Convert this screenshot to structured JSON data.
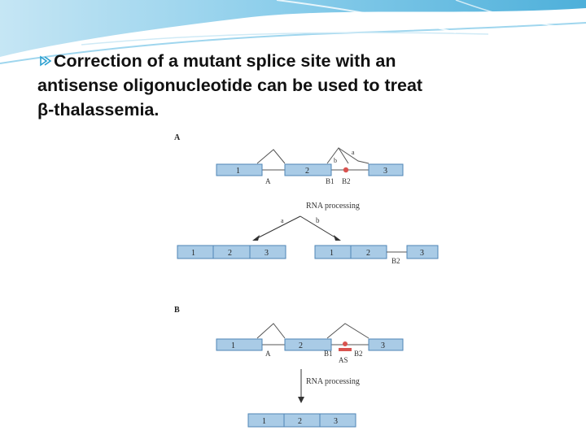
{
  "slide": {
    "bullet_line1": "Correction of a mutant splice site with an",
    "bullet_line2": "antisense oligonucleotide can be used to treat",
    "bullet_line3": "β-thalassemia.",
    "accent_color": "#2a9fd0",
    "bullet_icon": "arrow-bullet-icon"
  },
  "figure": {
    "panel_a": {
      "label": "A",
      "exons": [
        "1",
        "2",
        "3"
      ],
      "site_labels": {
        "a": "A",
        "b1": "B1",
        "b2": "B2",
        "branch_a": "a",
        "branch_b": "b"
      },
      "process_label": "RNA processing",
      "path_a": "a",
      "path_b": "b",
      "product_a": [
        "1",
        "2",
        "3"
      ],
      "product_b": [
        "1",
        "2",
        "3"
      ],
      "product_b_insert": "B2"
    },
    "panel_b": {
      "label": "B",
      "exons": [
        "1",
        "2",
        "3"
      ],
      "site_labels": {
        "a": "A",
        "b1": "B1",
        "b2": "B2"
      },
      "antisense_label": "AS",
      "process_label": "RNA processing",
      "product": [
        "1",
        "2",
        "3"
      ]
    },
    "colors": {
      "exon_fill": "#a9cbe6",
      "exon_stroke": "#4f86b6",
      "mutation": "#d9534f",
      "intron": "#555555"
    }
  }
}
